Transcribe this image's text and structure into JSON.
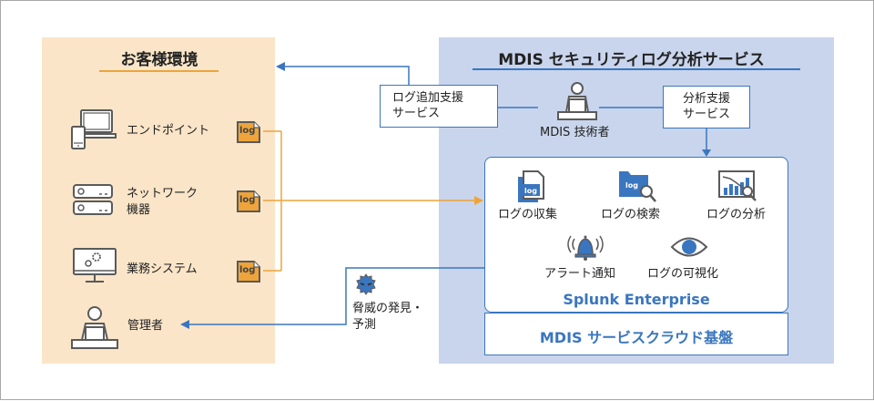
{
  "customer": {
    "title": "お客様環境",
    "items": [
      {
        "icon": "laptop-phone-icon",
        "label": "エンドポイント"
      },
      {
        "icon": "server-icon",
        "label_line1": "ネットワーク",
        "label_line2": "機器"
      },
      {
        "icon": "monitor-gears-icon",
        "label": "業務システム"
      }
    ],
    "log_badge": "log",
    "admin": {
      "icon": "person-at-desk-icon",
      "label": "管理者"
    }
  },
  "mdis": {
    "title": "MDIS セキュリティログ分析サービス",
    "engineer_label": "MDIS 技術者",
    "log_add_service": {
      "line1": "ログ追加支援",
      "line2": "サービス"
    },
    "analysis_service": {
      "line1": "分析支援",
      "line2": "サービス"
    },
    "threat": {
      "line1": "脅威の発見・",
      "line2": "予測"
    },
    "splunk": {
      "name": "Splunk Enterprise",
      "features": [
        {
          "icon": "log-file-icon",
          "label": "ログの収集"
        },
        {
          "icon": "log-folder-search-icon",
          "label": "ログの検索"
        },
        {
          "icon": "chart-search-icon",
          "label": "ログの分析"
        },
        {
          "icon": "alarm-bell-icon",
          "label": "アラート通知"
        },
        {
          "icon": "eye-icon",
          "label": "ログの可視化"
        }
      ]
    },
    "cloud_platform": "MDIS サービスクラウド基盤"
  },
  "colors": {
    "customer_bg": "#fae5c8",
    "mdis_bg": "#c9d5ec",
    "accent_blue": "#3a76bf",
    "accent_orange": "#eea43a",
    "icon_gray": "#5a5a5a"
  }
}
